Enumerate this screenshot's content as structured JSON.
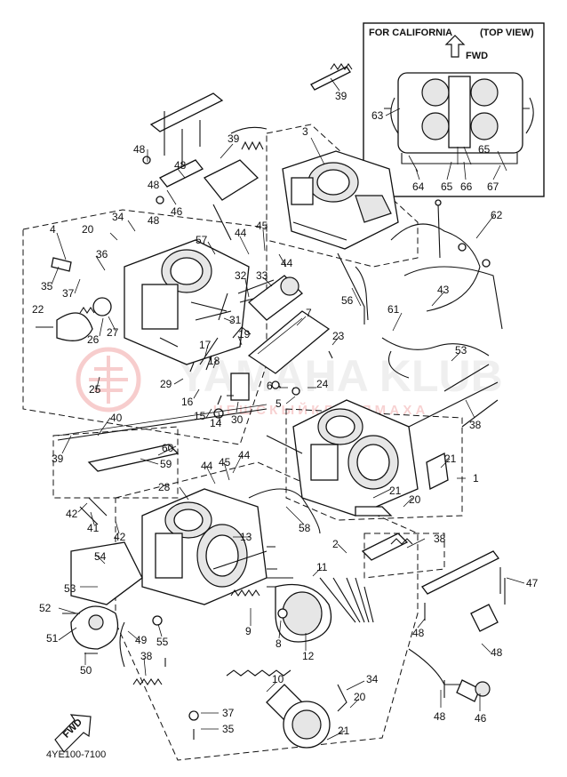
{
  "inset": {
    "title": "FOR CALIFORNIA",
    "view_label": "(TOP VIEW)",
    "direction_label": "FWD",
    "callouts": [
      "63",
      "65",
      "64",
      "65",
      "66",
      "67"
    ]
  },
  "watermark": {
    "brand": "YAMAHA KLUB",
    "subtitle": "Ч Е Ш С К Ы Й   К Л У Б   Я М А Х А"
  },
  "footer": {
    "fwd_label": "FWD",
    "diagram_code": "4YE100-7100"
  },
  "callouts": {
    "c1": "39",
    "c2": "3",
    "c3": "48",
    "c4": "39",
    "c5": "48",
    "c6": "48",
    "c7": "46",
    "c8": "48",
    "c9": "4",
    "c10": "34",
    "c11": "20",
    "c12": "36",
    "c13": "35",
    "c14": "37",
    "c15": "22",
    "c16": "26",
    "c17": "27",
    "c18": "25",
    "c19": "57",
    "c20": "44",
    "c21": "45",
    "c22": "44",
    "c23": "56",
    "c24": "32",
    "c25": "33",
    "c26": "31",
    "c27": "19",
    "c28": "7",
    "c29": "17",
    "c30": "18",
    "c31": "29",
    "c32": "16",
    "c33": "15",
    "c34": "14",
    "c35": "30",
    "c36": "6",
    "c37": "5",
    "c38": "24",
    "c39": "23",
    "c40": "62",
    "c41": "43",
    "c42": "61",
    "c43": "53",
    "c44": "38",
    "c45": "40",
    "c46": "39",
    "c47": "60",
    "c48": "59",
    "c49": "28",
    "c50": "44",
    "c51": "45",
    "c52": "44",
    "c53": "21",
    "c54": "1",
    "c55": "21",
    "c56": "20",
    "c57": "42",
    "c58": "41",
    "c59": "42",
    "c60": "13",
    "c61": "58",
    "c62": "2",
    "c63": "38",
    "c64": "11",
    "c65": "54",
    "c66": "53",
    "c67": "52",
    "c68": "51",
    "c69": "50",
    "c70": "49",
    "c71": "55",
    "c72": "9",
    "c73": "8",
    "c74": "12",
    "c75": "38",
    "c76": "47",
    "c77": "48",
    "c78": "48",
    "c79": "10",
    "c80": "34",
    "c81": "20",
    "c82": "37",
    "c83": "35",
    "c84": "21",
    "c85": "48",
    "c86": "46"
  }
}
